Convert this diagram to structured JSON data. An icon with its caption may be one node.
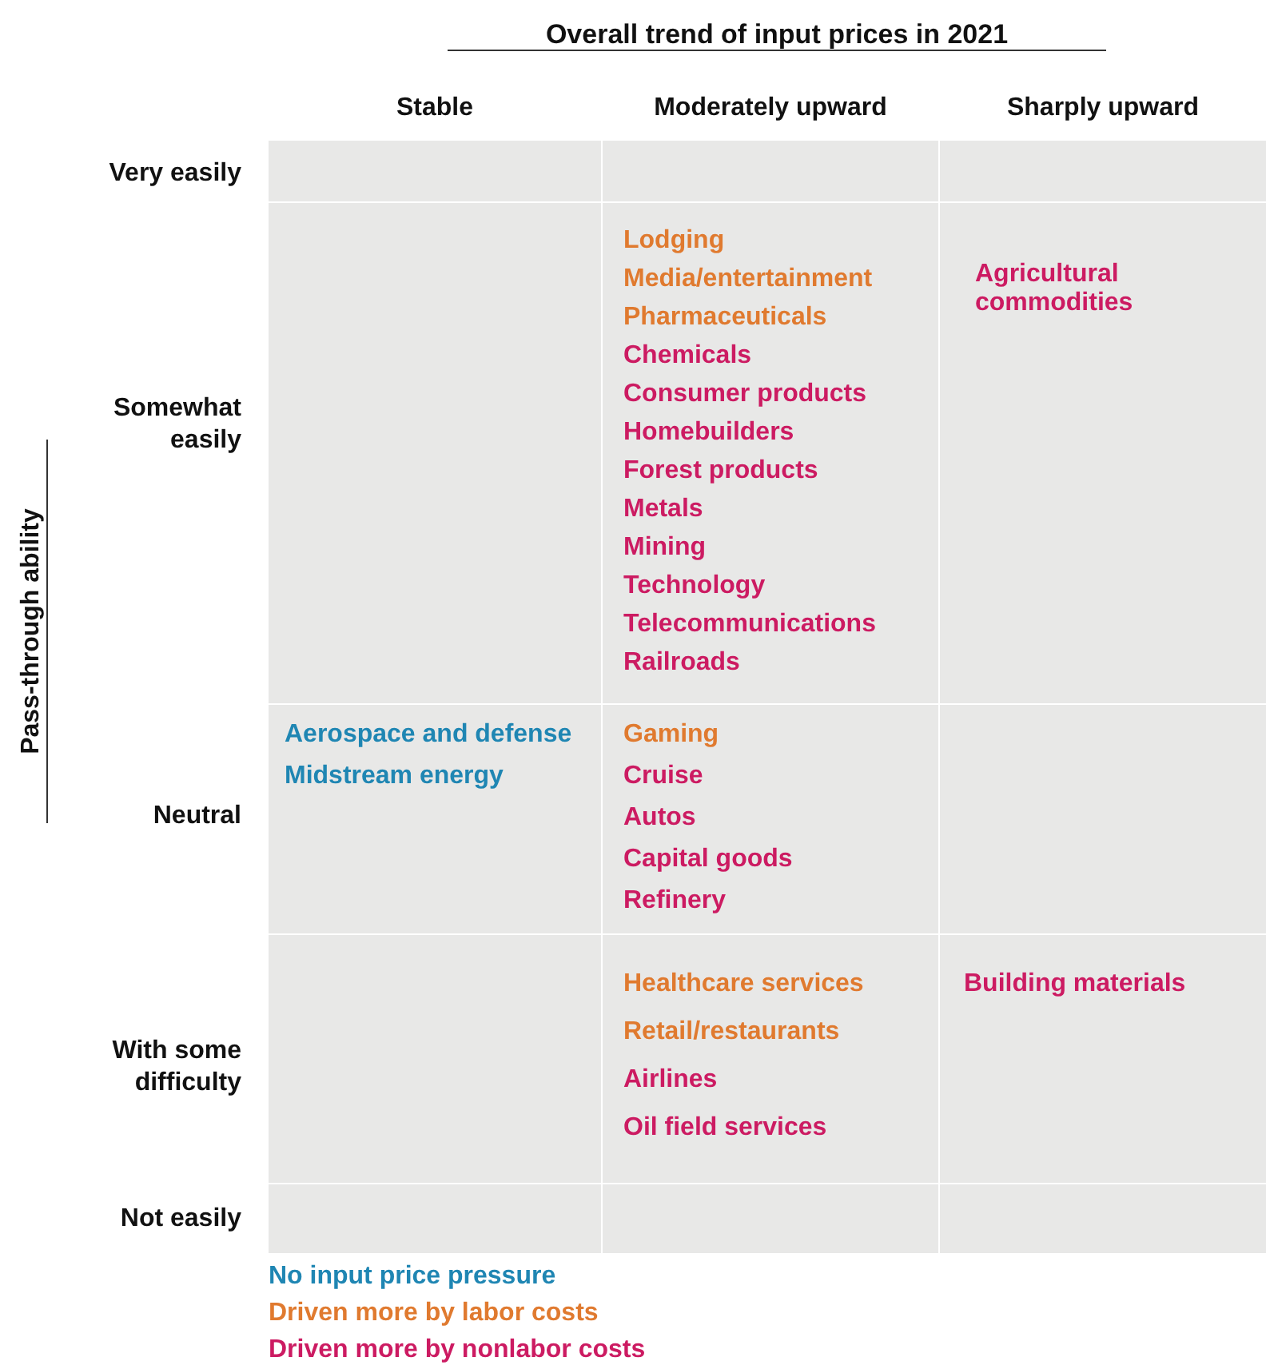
{
  "diagram": {
    "title": "Overall trend of input prices in 2021",
    "nodes": [
      {
        "text": [],
        "shape": "box"
      },
      {
        "text": [],
        "shape": "box"
      },
      {
        "text": [],
        "shape": "box"
      },
      {
        "text": [],
        "shape": "box"
      },
      {
        "text": [
          "Lodging",
          "Media/entertainment",
          "Pharmaceuticals",
          "Chemicals",
          "Consumer products",
          "Homebuilders",
          "Forest products",
          "Metals",
          "Mining",
          "Technology",
          "Telecommunications",
          "Railroads"
        ]
      },
      {
        "text": [
          "Agricultural commodities"
        ]
      },
      {
        "text": [
          "Aerospace and defense",
          "Midstream energy"
        ]
      },
      {
        "text": [
          "Gaming",
          "Cruise",
          "Autos",
          "Capital goods",
          "Refinery"
        ]
      },
      {
        "text": [],
        "shape": "box"
      },
      {
        "text": [],
        "shape": "box"
      },
      {
        "text": [
          "Healthcare services",
          "Retail/restaurants",
          "Airlines",
          "Oil field services"
        ]
      },
      {
        "text": [
          "Building materials"
        ]
      },
      {
        "text": [],
        "shape": "box"
      },
      {
        "text": [],
        "shape": "box"
      },
      {
        "text": [],
        "shape": "box"
      }
    ],
    "labels": [
      "Stable",
      "Moderately upward",
      "Sharply upward",
      "Very easily",
      "Somewhat easily",
      "Pass-through ability",
      "Neutral",
      "With some difficulty",
      "Not easily"
    ],
    "legend": [
      {
        "text": "No input price pressure",
        "color": "#1f86b3"
      },
      {
        "text": "Driven more by labor costs",
        "color": "#e07a2f"
      },
      {
        "text": "Driven more by nonlabor costs",
        "color": "#cc1b62"
      }
    ]
  }
}
